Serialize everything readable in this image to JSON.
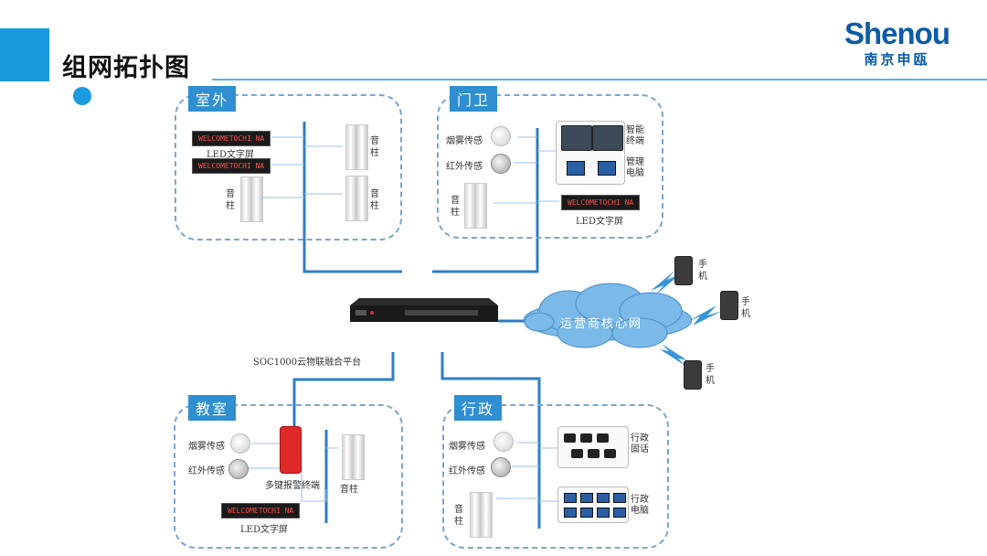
{
  "header": {
    "title": "组网拓扑图"
  },
  "logo": {
    "en": "Shenou",
    "cn": "南京申瓯"
  },
  "platform": {
    "label": "SOC1000云物联融合平台"
  },
  "cloud": {
    "label": "运营商核心网"
  },
  "phones": {
    "label": [
      "手",
      "机"
    ]
  },
  "led_text": "WELCOMETOCHI NA",
  "zones": {
    "outdoor": {
      "tag": "室外",
      "led_label": "LED文字屏",
      "pillar_label": [
        "音",
        "柱"
      ]
    },
    "gate": {
      "tag": "门卫",
      "smoke": "烟雾传感",
      "infrared": "红外传感",
      "pillar_label": [
        "音",
        "柱"
      ],
      "terminal_label": [
        "智能",
        "终端"
      ],
      "pc_label": [
        "管理",
        "电脑"
      ],
      "led_label": "LED文字屏"
    },
    "classroom": {
      "tag": "教室",
      "smoke": "烟雾传感",
      "infrared": "红外传感",
      "alarm_label": "多键报警终端",
      "pillar_label": [
        "音",
        "柱"
      ],
      "led_label": "LED文字屏"
    },
    "admin": {
      "tag": "行政",
      "smoke": "烟雾传感",
      "infrared": "红外传感",
      "pillar_label": [
        "音",
        "柱"
      ],
      "phone_label": [
        "行政",
        "固话"
      ],
      "pc_label": [
        "行政",
        "电脑"
      ]
    }
  },
  "colors": {
    "accent": "#1a9be0",
    "line": "#2f7fc4",
    "logo": "#0d5ba8",
    "zone_border": "#7aa6cc"
  }
}
